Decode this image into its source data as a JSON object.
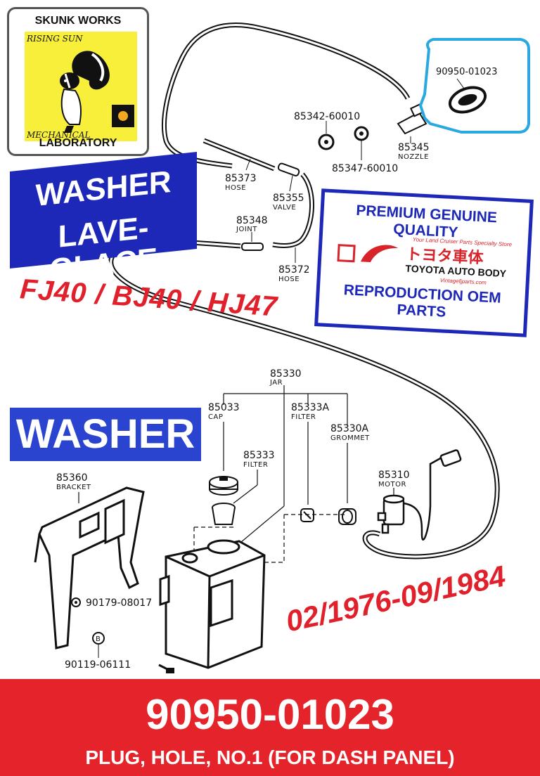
{
  "logo": {
    "top": "SKUNK WORKS",
    "rising_sun": "RISING SUN",
    "mechanical": "MECHANICAL",
    "bottom": "LABORATORY"
  },
  "badges": {
    "washer_lines": [
      "WASHER",
      "LAVE-GLACE"
    ],
    "washer_big": "WASHER",
    "models": "FJ40 / BJ40 / HJ47",
    "dates": "02/1976-09/1984"
  },
  "premium": {
    "top": "PREMIUM  GENUINE  QUALITY",
    "tagline": "Your Land Cruiser Parts Specialty Store",
    "jp": "トヨタ車体",
    "brand": "TOYOTA AUTO BODY",
    "url": "Vintagefjparts.com",
    "bottom": "REPRODUCTION  OEM  PARTS"
  },
  "parts": [
    {
      "number": "90950-01023",
      "name": ""
    },
    {
      "number": "85342-60010",
      "name": ""
    },
    {
      "number": "85347-60010",
      "name": ""
    },
    {
      "number": "85345",
      "name": "NOZZLE"
    },
    {
      "number": "85373",
      "name": "HOSE"
    },
    {
      "number": "85355",
      "name": "VALVE"
    },
    {
      "number": "85348",
      "name": "JOINT"
    },
    {
      "number": "85372",
      "name": "HOSE"
    },
    {
      "number": "85330",
      "name": "JAR"
    },
    {
      "number": "85033",
      "name": "CAP"
    },
    {
      "number": "85333A",
      "name": "FILTER"
    },
    {
      "number": "85330A",
      "name": "GROMMET"
    },
    {
      "number": "85333",
      "name": "FILTER"
    },
    {
      "number": "85360",
      "name": "BRACKET"
    },
    {
      "number": "85310",
      "name": "MOTOR"
    },
    {
      "number": "90179-08017",
      "name": ""
    },
    {
      "number": "90119-06111",
      "name": ""
    }
  ],
  "b_marker": "B",
  "footer": {
    "part_number": "90950-01023",
    "description": "PLUG, HOLE, NO.1  (FOR DASH PANEL)"
  },
  "colors": {
    "brand_red": "#e5232b",
    "badge_blue": "#1d28b8",
    "callout_cyan": "#2aa8e0",
    "logo_yellow": "#f8ef3a"
  }
}
